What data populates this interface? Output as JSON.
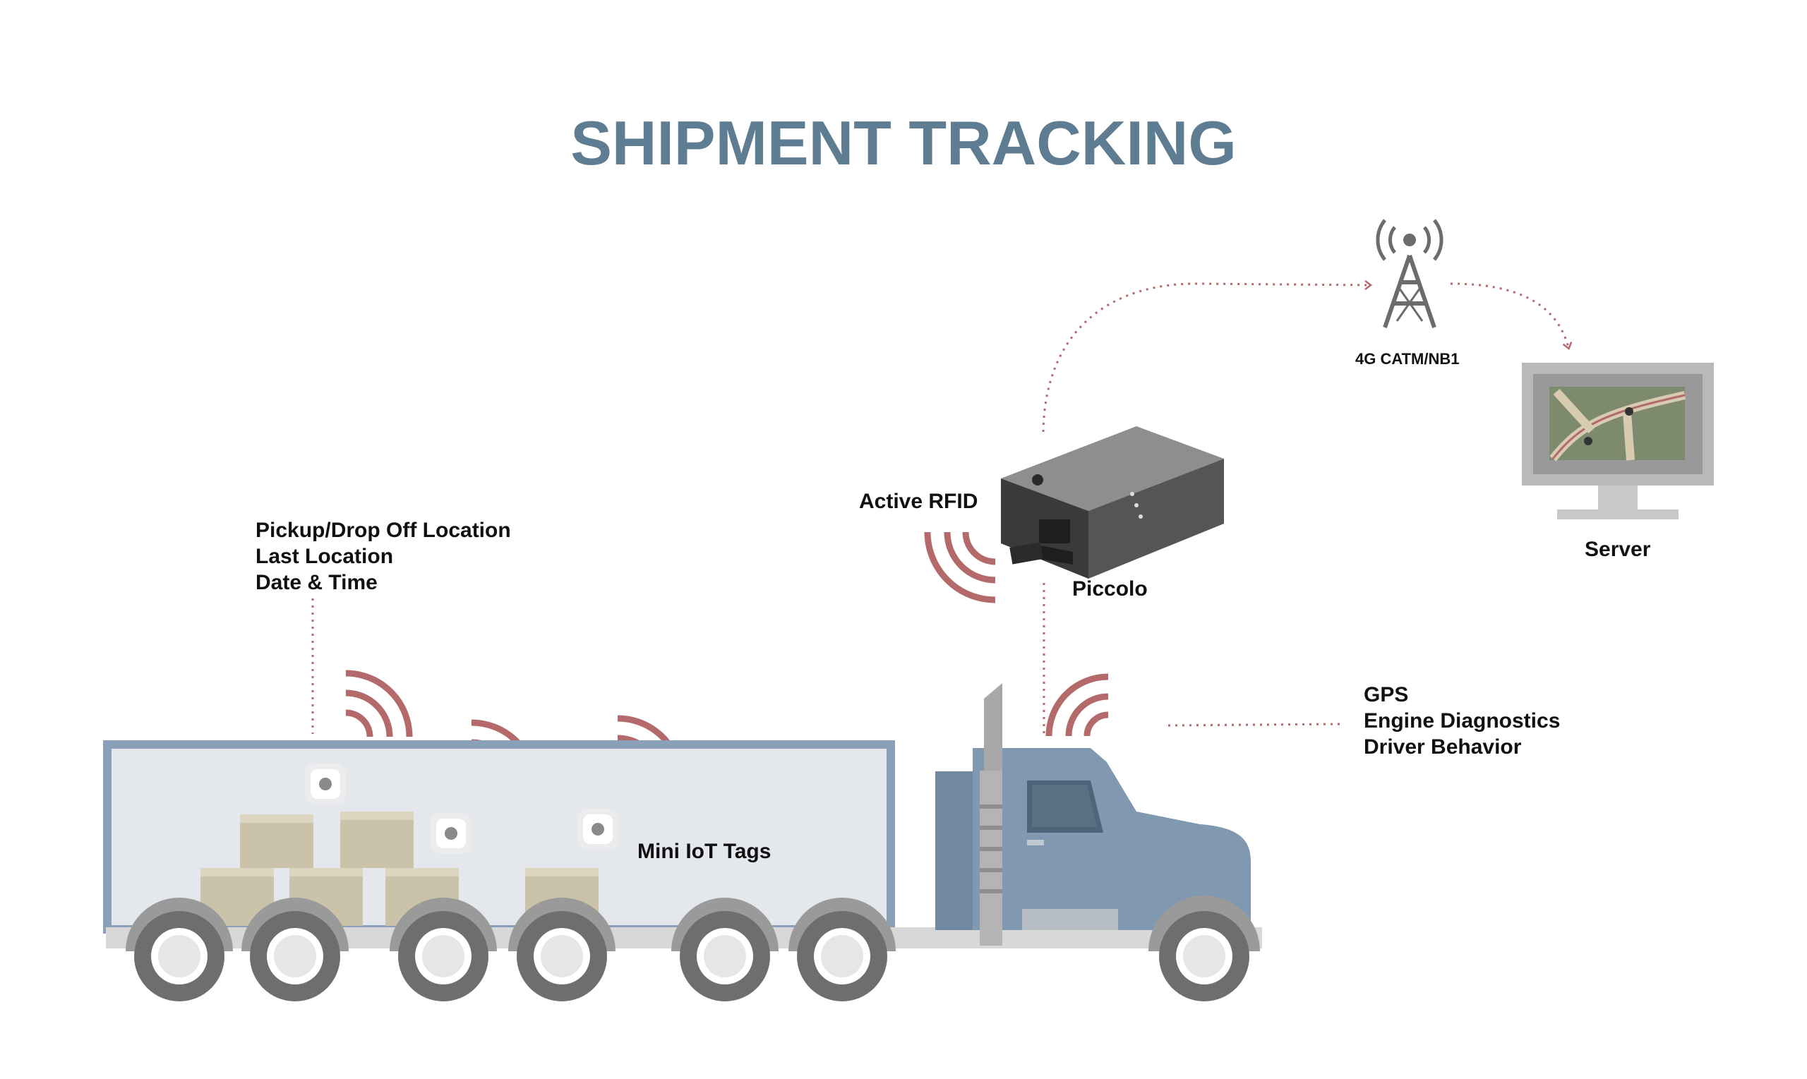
{
  "title": "SHIPMENT TRACKING",
  "labels": {
    "trailer_info": [
      "Pickup/Drop Off Location",
      "Last Location",
      "Date & Time"
    ],
    "tags": "Mini IoT Tags",
    "rfid": "Active RFID",
    "device": "Piccolo",
    "network": "4G CATM/NB1",
    "server": "Server",
    "truck_info": [
      "GPS",
      "Engine Diagnostics",
      "Driver Behavior"
    ]
  },
  "colors": {
    "title": "#5f7d92",
    "signal": "#b46a6a",
    "truck_body": "#8098b0",
    "trailer_frame": "#8aa0b8",
    "trailer_fill": "#e4e7ec",
    "box": "#cbc3a9",
    "tire": "#6e6e6e",
    "map": "#7e8a6e"
  }
}
